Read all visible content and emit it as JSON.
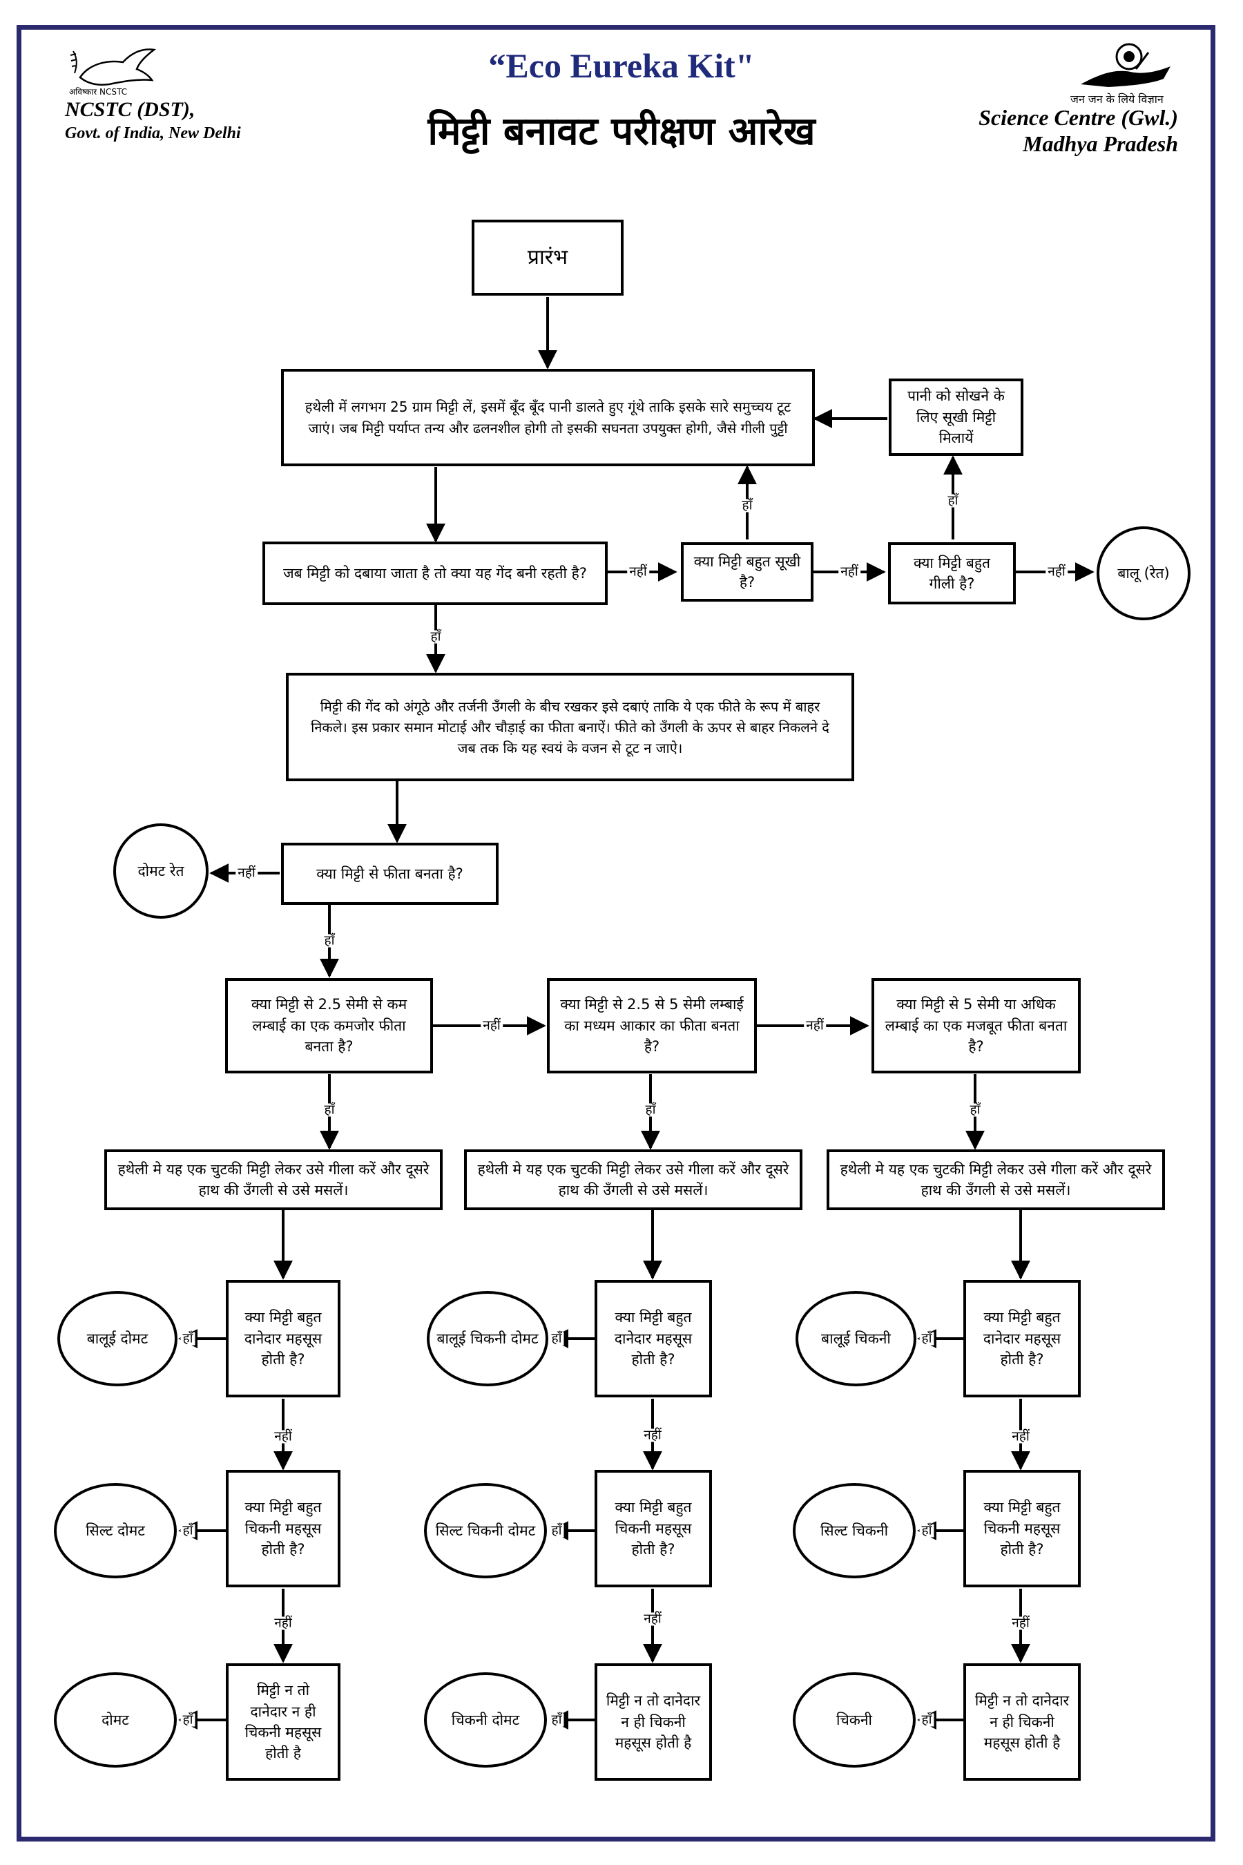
{
  "header": {
    "title": "“Eco Eureka Kit\"",
    "subtitle": "मिट्टी बनावट परीक्षण आरेख",
    "left_org_line1": "NCSTC (DST),",
    "left_org_line2": "Govt. of India, New Delhi",
    "left_logo_text": "अविष्कार NCSTC",
    "right_org_line1": "Science Centre (Gwl.)",
    "right_org_line2": "Madhya Pradesh",
    "right_logo_text": "जन जन के लिये विज्ञान"
  },
  "nodes": {
    "start": "प्रारंभ",
    "step_moisten": "हथेली में लगभग 25 ग्राम मिट्टी लें, इसमें बूँद बूँद पानी डालते हुए गूंथे ताकि इसके सारे समुच्चय टूट जाएं। जब मिट्टी पर्याप्त तन्य और ढलनशील होगी तो इसकी सघनता उपयुक्त होगी, जैसे गीली पुट्टी",
    "add_dry_soil": "पानी को सोखने के लिए सूखी मिट्टी मिलायें",
    "q_ball": "जब मिट्टी को दबाया जाता है तो क्या यह गेंद बनी रहती है?",
    "q_too_dry": "क्या मिट्टी बहुत सूखी है?",
    "q_too_wet": "क्या मिट्टी बहुत गीली है?",
    "result_sand": "बालू (रेत)",
    "step_ribbon": "मिट्टी की गेंद को अंगूठे और तर्जनी उँगली के बीच रखकर इसे दबाएं ताकि ये एक फीते के रूप में बाहर निकले। इस प्रकार समान मोटाई और चौड़ाई का फीता बनाऐं। फीते को उँगली के ऊपर से बाहर निकलने दे जब तक कि यह स्वयं के वजन से टूट न जाऐ।",
    "q_ribbon": "क्या मिट्टी से फीता बनता है?",
    "result_loamy_sand": "दोमट रेत",
    "q_weak_ribbon": "क्या मिट्टी से 2.5 सेमी से कम लम्बाई का एक कमजोर फीता बनता है?",
    "q_medium_ribbon": "क्या मिट्टी से 2.5 से 5 सेमी लम्बाई का मध्यम आकार का फीता बनता है?",
    "q_strong_ribbon": "क्या मिट्टी से 5 सेमी या अधिक लम्बाई का एक मजबूत फीता बनता है?",
    "step_wet_pinch_1": "हथेली मे यह एक चुटकी मिट्टी लेकर उसे गीला करें और दूसरे हाथ की उँगली से उसे मसलें।",
    "step_wet_pinch_2": "हथेली मे यह एक चुटकी मिट्टी लेकर उसे गीला करें और दूसरे हाथ की उँगली से उसे मसलें।",
    "step_wet_pinch_3": "हथेली मे यह एक चुटकी मिट्टी लेकर उसे गीला करें और दूसरे हाथ की उँगली से उसे मसलें।",
    "q_gritty_1": "क्या मिट्टी बहुत दानेदार महसूस होती है?",
    "q_gritty_2": "क्या मिट्टी बहुत दानेदार महसूस होती है?",
    "q_gritty_3": "क्या मिट्टी बहुत दानेदार महसूस होती है?",
    "q_smooth_1": "क्या मिट्टी बहुत चिकनी महसूस होती है?",
    "q_smooth_2": "क्या मिट्टी बहुत चिकनी महसूस होती है?",
    "q_smooth_3": "क्या मिट्टी बहुत चिकनी महसूस होती है?",
    "q_neither_1": "मिट्टी न तो दानेदार न ही चिकनी महसूस होती है",
    "q_neither_2": "मिट्टी न तो दानेदार न ही चिकनी महसूस होती है",
    "q_neither_3": "मिट्टी न तो दानेदार न ही चिकनी महसूस होती है",
    "result_sandy_loam": "बालूई दोमट",
    "result_sandy_clay_loam": "बालूई चिकनी दोमट",
    "result_sandy_clay": "बालूई चिकनी",
    "result_silt_loam": "सिल्ट दोमट",
    "result_silty_clay_loam": "सिल्ट चिकनी दोमट",
    "result_silty_clay": "सिल्ट चिकनी",
    "result_loam": "दोमट",
    "result_clay_loam": "चिकनी दोमट",
    "result_clay": "चिकनी"
  },
  "edge_labels": {
    "yes": "हाँ",
    "no": "नहीं"
  }
}
